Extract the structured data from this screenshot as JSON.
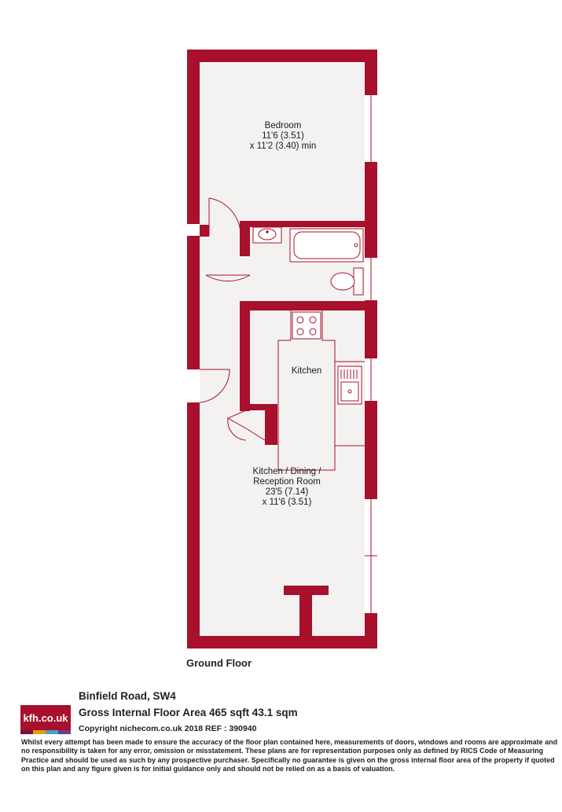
{
  "colors": {
    "wall": "#a8102c",
    "floor": "#f3f2f1",
    "fixture": "#a8102c"
  },
  "rooms": {
    "bedroom": [
      "Bedroom",
      "11'6 (3.51)",
      "x 11'2 (3.40) min"
    ],
    "kitchen": [
      "Kitchen"
    ],
    "reception": [
      "Kitchen / Dining /",
      "Reception Room",
      "23'5 (7.14)",
      "x 11'6 (3.51)"
    ]
  },
  "floor_label": "Ground Floor",
  "footer": {
    "logo": "kfh.co.uk",
    "logo_stripe": [
      "#7a0f3a",
      "#e0a300",
      "#4aa3c8",
      "#6a3e8a"
    ],
    "address": "Binfield Road, SW4",
    "area": "Gross Internal Floor Area 465 sqft 43.1 sqm",
    "copyright": "Copyright nichecom.co.uk 2018 REF : 390940",
    "disclaimer": "Whilst every attempt has been made to ensure the accuracy of the floor plan contained here, measurements of doors, windows and rooms are approximate and no responsibility is taken for any error, omission or misstatement.  These plans are for representation purposes only as defined by RICS Code of Measuring Practice and should be used as such by any prospective purchaser.  Specifically no guarantee is given on the gross internal floor area of the property if quoted on this plan and any figure given is for initial guidance only and should not be relied on as a basis of valuation."
  }
}
